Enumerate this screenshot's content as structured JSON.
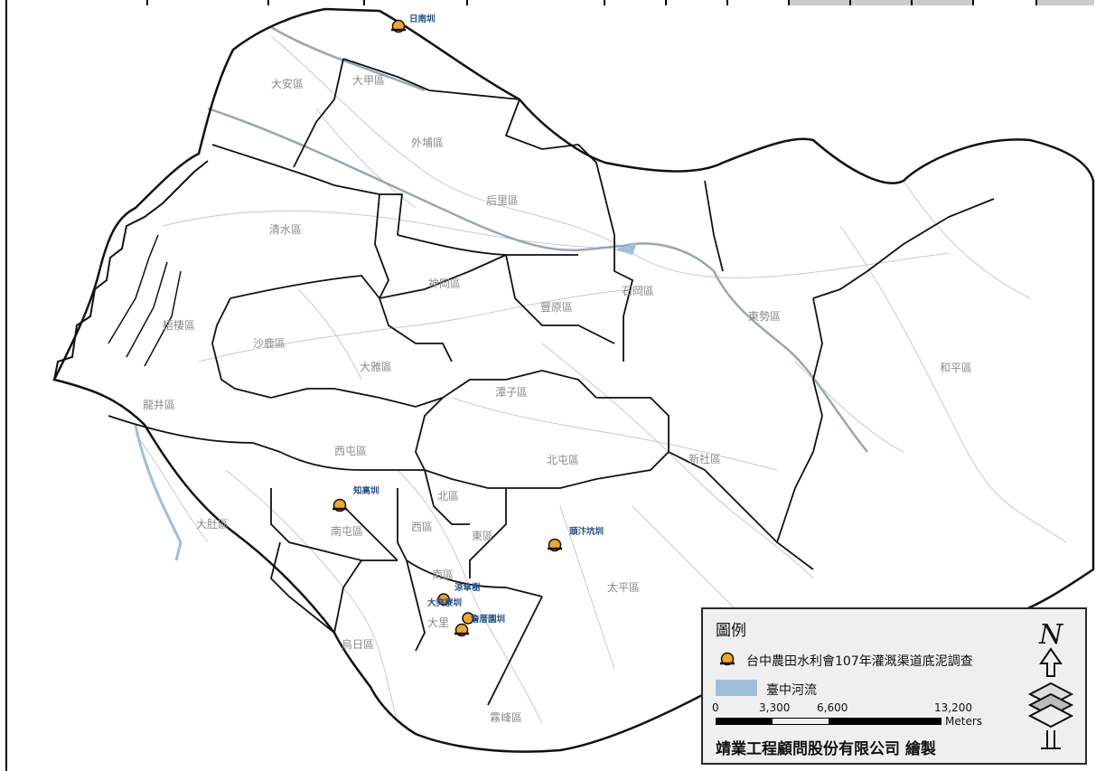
{
  "districts": [
    "日南圳",
    "大安區",
    "大甲區",
    "外埔區",
    "后里區",
    "清水區",
    "神岡區",
    "豐原區",
    "石岡區",
    "東勢區",
    "梧棲區",
    "沙鹿區",
    "大雅區",
    "潭子區",
    "和平區",
    "龍井區",
    "西屯區",
    "北屯區",
    "新社區",
    "知高圳",
    "北區",
    "大肚區",
    "南屯區",
    "西區",
    "東區",
    "頭汴坑圳",
    "南區",
    "太平區",
    "大突寮圳",
    "烏日區",
    "霧峰區",
    "涼傘樹",
    "大里",
    "詹厝園圳"
  ],
  "sites": [
    {
      "label": "日南圳"
    },
    {
      "label": "知高圳"
    },
    {
      "label": "頭汴坑圳"
    },
    {
      "label": "涼傘樹"
    },
    {
      "label": "大突寮圳"
    },
    {
      "label": "詹厝園圳"
    }
  ],
  "legend": {
    "title": "圖例",
    "site_layer": "台中農田水利會107年灌溉渠道底泥調查",
    "river_layer": "臺中河流",
    "scale_labels": [
      "0",
      "3,300",
      "6,600",
      "13,200"
    ],
    "scale_unit": "Meters",
    "credit": "靖業工程顧問股份有限公司 繪製"
  },
  "north_arrow": {
    "letter": "N"
  },
  "colors": {
    "site_fill": "#f5a623",
    "river": "#9dbfdc",
    "boundary": "#111111",
    "district_label": "#8a8a8a",
    "site_label": "#1f4e8c"
  }
}
